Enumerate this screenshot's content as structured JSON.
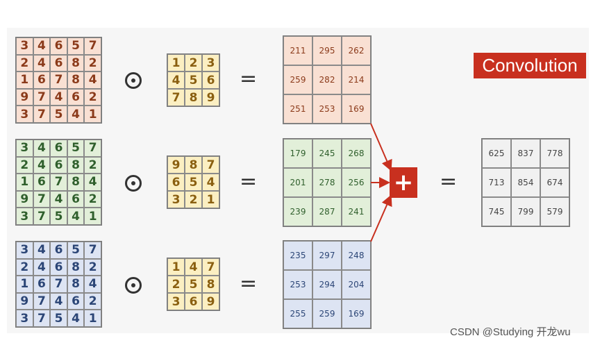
{
  "title_badge": "Convolution",
  "plus_symbol": "+",
  "equals_symbol": "=",
  "watermark": "CSDN @Studying 开龙wu",
  "input_matrix": [
    [
      3,
      4,
      6,
      5,
      7
    ],
    [
      2,
      4,
      6,
      8,
      2
    ],
    [
      1,
      6,
      7,
      8,
      4
    ],
    [
      9,
      7,
      4,
      6,
      2
    ],
    [
      3,
      7,
      5,
      4,
      1
    ]
  ],
  "rows": [
    {
      "channel": "red",
      "kernel": [
        [
          1,
          2,
          3
        ],
        [
          4,
          5,
          6
        ],
        [
          7,
          8,
          9
        ]
      ],
      "output": [
        [
          211,
          295,
          262
        ],
        [
          259,
          282,
          214
        ],
        [
          251,
          253,
          169
        ]
      ]
    },
    {
      "channel": "green",
      "kernel": [
        [
          9,
          8,
          7
        ],
        [
          6,
          5,
          4
        ],
        [
          3,
          2,
          1
        ]
      ],
      "output": [
        [
          179,
          245,
          268
        ],
        [
          201,
          278,
          256
        ],
        [
          239,
          287,
          241
        ]
      ]
    },
    {
      "channel": "blue",
      "kernel": [
        [
          1,
          4,
          7
        ],
        [
          2,
          5,
          8
        ],
        [
          3,
          6,
          9
        ]
      ],
      "output": [
        [
          235,
          297,
          248
        ],
        [
          253,
          294,
          204
        ],
        [
          255,
          259,
          169
        ]
      ]
    }
  ],
  "result": [
    [
      625,
      837,
      778
    ],
    [
      713,
      854,
      674
    ],
    [
      745,
      799,
      579
    ]
  ],
  "colors": {
    "accent": "#c8301f",
    "red_fill": "#f9e0d3",
    "green_fill": "#e2efd9",
    "blue_fill": "#dde4f3",
    "kernel_fill": "#fbefc2"
  }
}
